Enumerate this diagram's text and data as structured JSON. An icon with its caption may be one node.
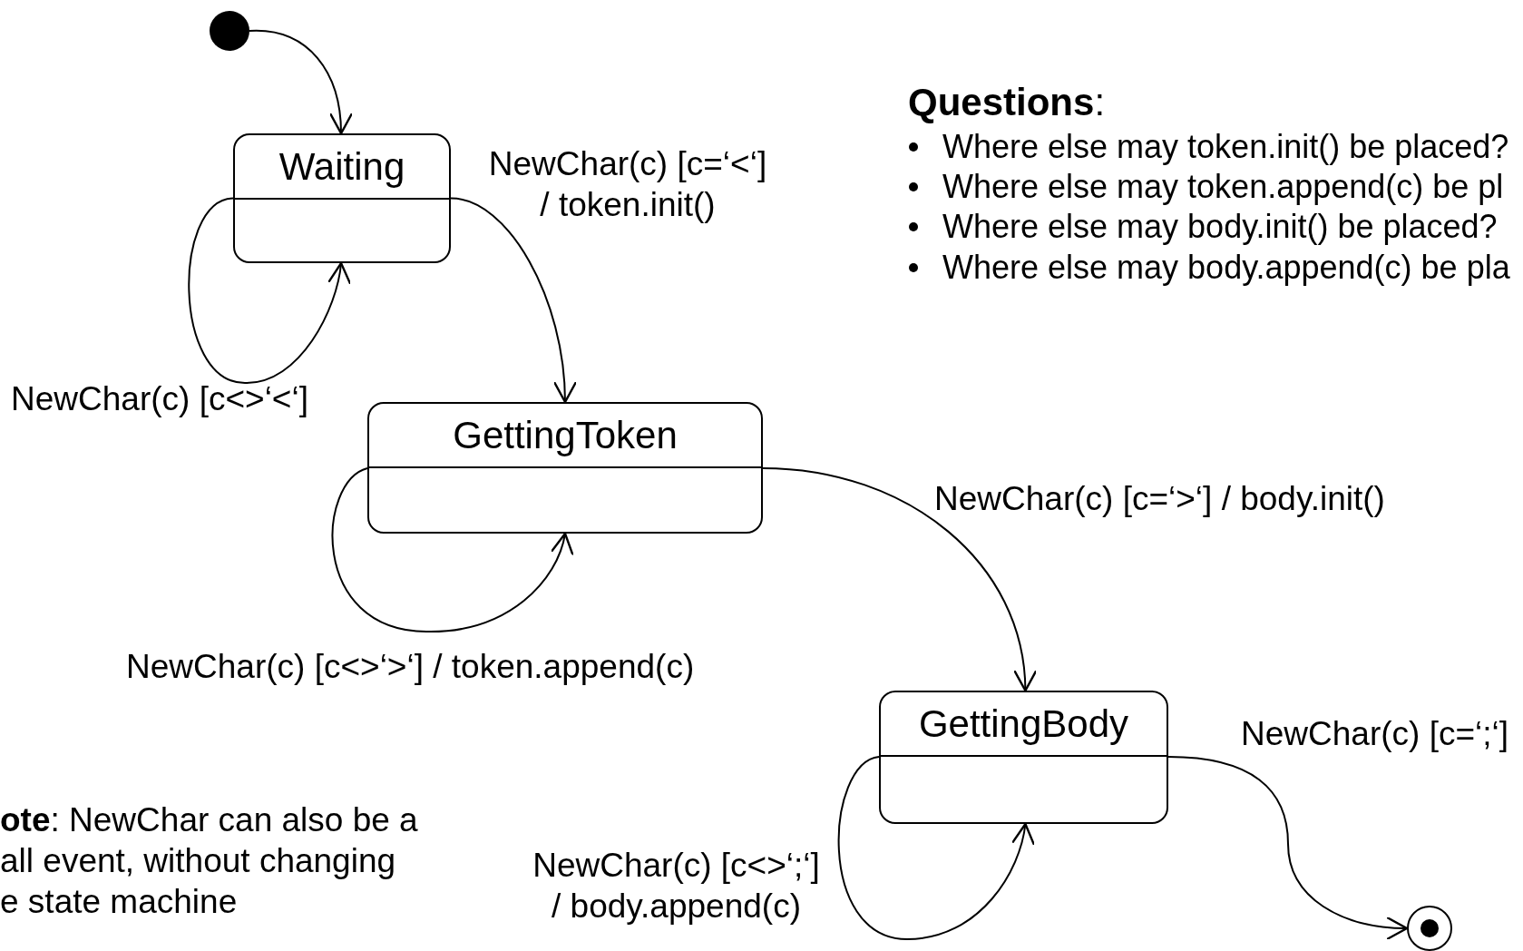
{
  "diagram": {
    "nodes": [
      {
        "text": [],
        "shape": "circle"
      },
      {
        "text": [
          "Waiting"
        ]
      },
      {
        "text": [
          "GettingToken"
        ]
      },
      {
        "text": [
          "GettingBody"
        ]
      },
      {
        "text": [],
        "shape": "circle"
      }
    ],
    "edges": [
      {
        "from": 0,
        "to": 1,
        "arrow": "to"
      },
      {
        "from": 1,
        "to": 1,
        "arrow": "to",
        "label": "NewChar(c) [c<>‘<‘]"
      },
      {
        "from": 1,
        "to": 2,
        "arrow": "to",
        "label": "NewChar(c) [c=‘<‘] / token.init()"
      },
      {
        "from": 2,
        "to": 2,
        "arrow": "to",
        "label": "NewChar(c) [c<>‘>‘] / token.append(c)"
      },
      {
        "from": 2,
        "to": 3,
        "arrow": "to",
        "label": "NewChar(c) [c=‘>‘] / body.init()"
      },
      {
        "from": 3,
        "to": 3,
        "arrow": "to",
        "label": "NewChar(c) [c<>‘;‘] / body.append(c)"
      },
      {
        "from": 3,
        "to": 4,
        "arrow": "to",
        "label": "NewChar(c) [c=‘;‘]"
      }
    ],
    "labels": [
      "**Questions**:",
      "Where else may token.init() be placed?",
      "Where else may token.append(c) be pl",
      "Where else may body.init() be placed?",
      "Where else may body.append(c) be pla",
      "**ote**: NewChar can also be a all event, without changing e state machine"
    ]
  }
}
